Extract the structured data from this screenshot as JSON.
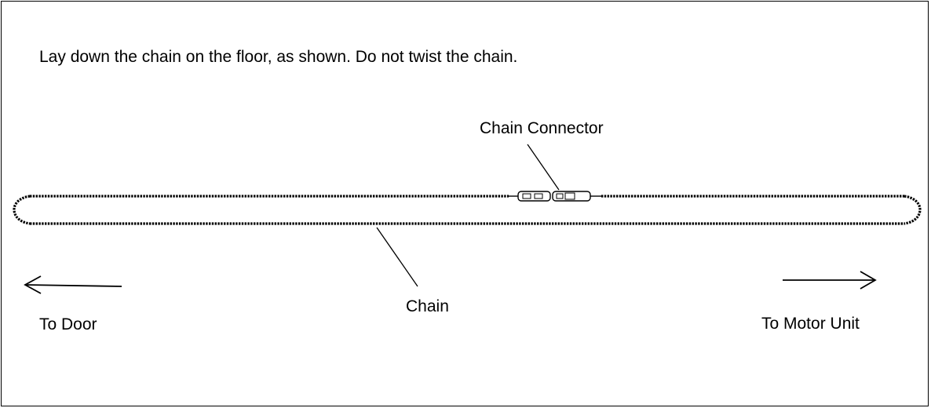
{
  "instruction": "Lay down the chain on the floor, as shown. Do not twist the chain.",
  "labels": {
    "chain_connector": "Chain Connector",
    "chain": "Chain",
    "to_door": "To Door",
    "to_motor_unit": "To Motor Unit"
  },
  "icons": {
    "left_arrow": "arrow-left-icon",
    "right_arrow": "arrow-right-icon"
  },
  "colors": {
    "ink": "#000000",
    "background": "#ffffff"
  }
}
